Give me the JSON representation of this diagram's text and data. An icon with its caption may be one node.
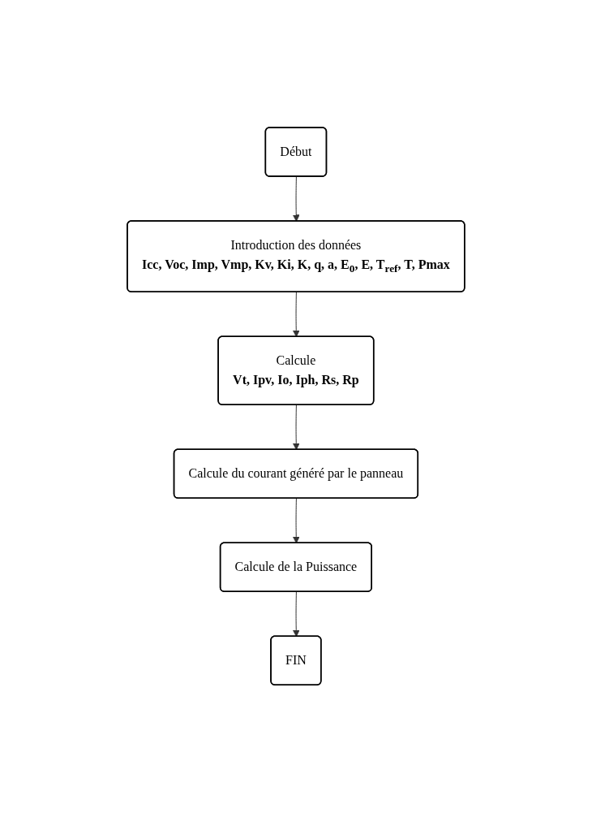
{
  "diagram": {
    "nodes": [
      {
        "text": [
          "Début"
        ]
      },
      {
        "text": [
          "Introduction des données",
          "**Icc, Voc, Imp, Vmp, Kv, Ki, K, q, a, E$_{0}$, E, T$_{ref}$, T, Pmax**"
        ]
      },
      {
        "text": [
          "Calcule",
          "**Vt, Ipv, Io, Iph, Rs, Rp**"
        ]
      },
      {
        "text": [
          "Calcule du courant généré par le panneau"
        ]
      },
      {
        "text": [
          "Calcule de la Puissance"
        ]
      },
      {
        "text": [
          "FIN"
        ]
      }
    ],
    "edges": [
      {
        "from": 0,
        "to": 1,
        "arrow": "to"
      },
      {
        "from": 1,
        "to": 2,
        "arrow": "to"
      },
      {
        "from": 2,
        "to": 3,
        "arrow": "to"
      },
      {
        "from": 3,
        "to": 4,
        "arrow": "to"
      },
      {
        "from": 4,
        "to": 5,
        "arrow": "to"
      }
    ]
  }
}
